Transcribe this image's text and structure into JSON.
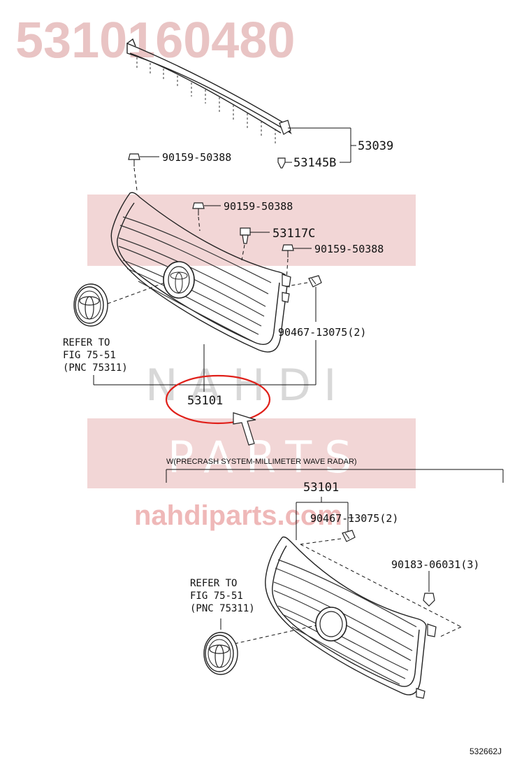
{
  "watermark": {
    "part_number": "5310160480",
    "brand_top": "NAHDI",
    "brand_bottom": "PARTS",
    "url": "nahdiparts.com"
  },
  "colors": {
    "watermark_red": "#e9c4c4",
    "watermark_band": "#f2d6d6",
    "highlight_circle": "#e0201a",
    "line_art": "#222222"
  },
  "callouts": {
    "molding_assy": "53039",
    "clip_upper": "53145B",
    "screw_left": "90159-50388",
    "screw_mid": "90159-50388",
    "clip_center": "53117C",
    "screw_right": "90159-50388",
    "clip_side": "90467-13075(2)",
    "grille_main": "53101",
    "grille_radar": "53101",
    "clip_side_radar": "90467-13075(2)",
    "clip_radar_bottom": "90183-06031(3)"
  },
  "refs": {
    "upper": [
      "REFER TO",
      "FIG 75-51",
      "(PNC 75311)"
    ],
    "lower": [
      "REFER TO",
      "FIG 75-51",
      "(PNC 75311)"
    ]
  },
  "section_note": "W(PRECRASH SYSTEM-MILLIMETER WAVE RADAR)",
  "figure_code": "532662J"
}
